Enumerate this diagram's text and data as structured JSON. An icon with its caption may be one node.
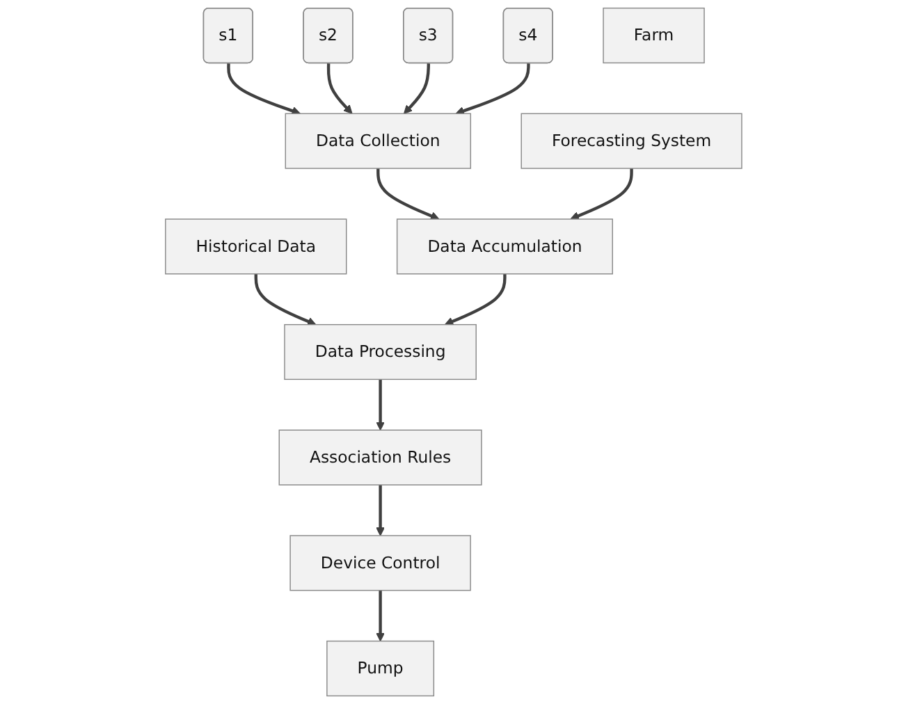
{
  "diagram": {
    "nodes": [
      {
        "text": [
          "s1"
        ]
      },
      {
        "text": [
          "s2"
        ]
      },
      {
        "text": [
          "s3"
        ]
      },
      {
        "text": [
          "s4"
        ]
      },
      {
        "text": [
          "Farm"
        ]
      },
      {
        "text": [
          "Pump"
        ]
      },
      {
        "text": [
          "Data Collection"
        ]
      },
      {
        "text": [
          "Forecasting System"
        ]
      },
      {
        "text": [
          "Historical Data"
        ]
      },
      {
        "text": [
          "Data Accumulation"
        ]
      },
      {
        "text": [
          "Data Processing"
        ]
      },
      {
        "text": [
          "Association Rules"
        ]
      },
      {
        "text": [
          "Device Control"
        ]
      }
    ],
    "edges": [
      {
        "from": 0,
        "to": 6,
        "arrow": "to"
      },
      {
        "from": 1,
        "to": 6,
        "arrow": "to"
      },
      {
        "from": 2,
        "to": 6,
        "arrow": "to"
      },
      {
        "from": 3,
        "to": 6,
        "arrow": "to"
      },
      {
        "from": 6,
        "to": 9,
        "arrow": "to"
      },
      {
        "from": 7,
        "to": 9,
        "arrow": "to"
      },
      {
        "from": 8,
        "to": 10,
        "arrow": "to"
      },
      {
        "from": 9,
        "to": 10,
        "arrow": "to"
      },
      {
        "from": 10,
        "to": 11,
        "arrow": "to"
      },
      {
        "from": 11,
        "to": 12,
        "arrow": "to"
      },
      {
        "from": 12,
        "to": 5,
        "arrow": "to"
      }
    ]
  }
}
